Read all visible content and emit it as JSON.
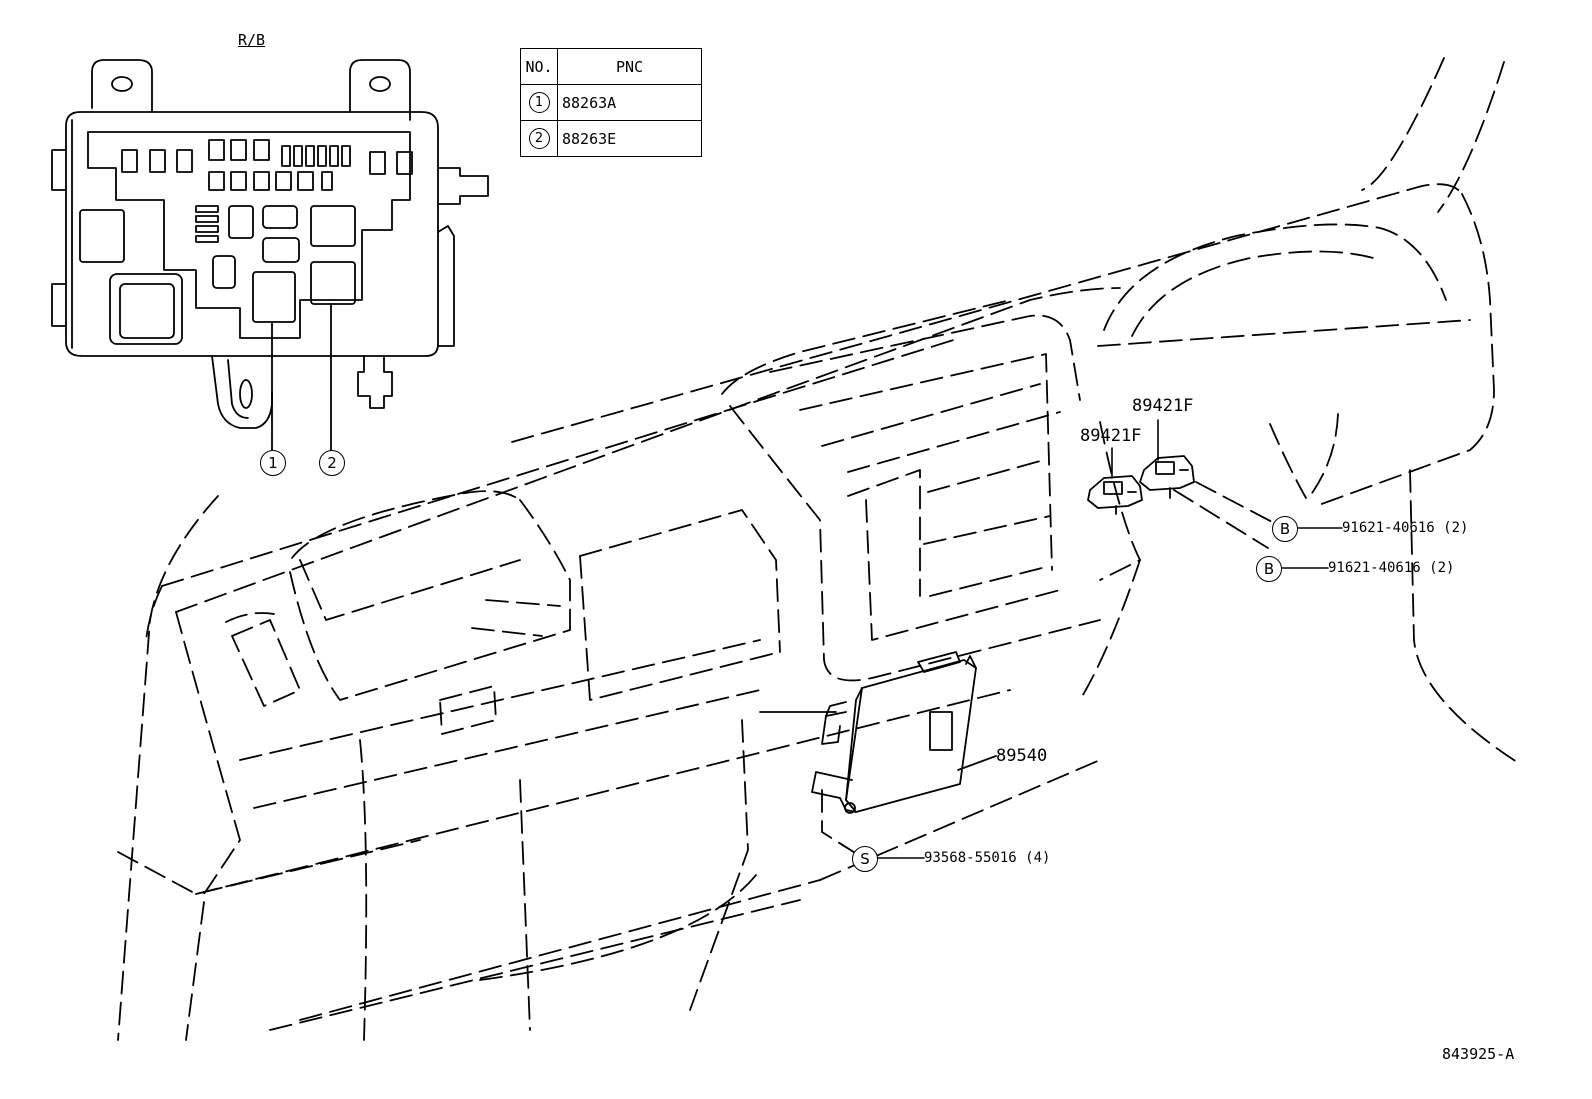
{
  "relay_block_label": "R/B",
  "table": {
    "header": {
      "no": "NO.",
      "pnc": "PNC"
    },
    "rows": [
      {
        "no": "1",
        "pnc": "88263A"
      },
      {
        "no": "2",
        "pnc": "88263E"
      }
    ]
  },
  "callouts": {
    "one": "1",
    "two": "2"
  },
  "parts": {
    "sensor_upper": "89421F",
    "sensor_lower": "89421F",
    "ecu": "89540",
    "bolt_symbol": "B",
    "bolt_upper": "91621-40616 (2)",
    "bolt_lower": "91621-40616 (2)",
    "screw_symbol": "S",
    "screw": "93568-55016 (4)"
  },
  "diagram_id": "843925-A"
}
